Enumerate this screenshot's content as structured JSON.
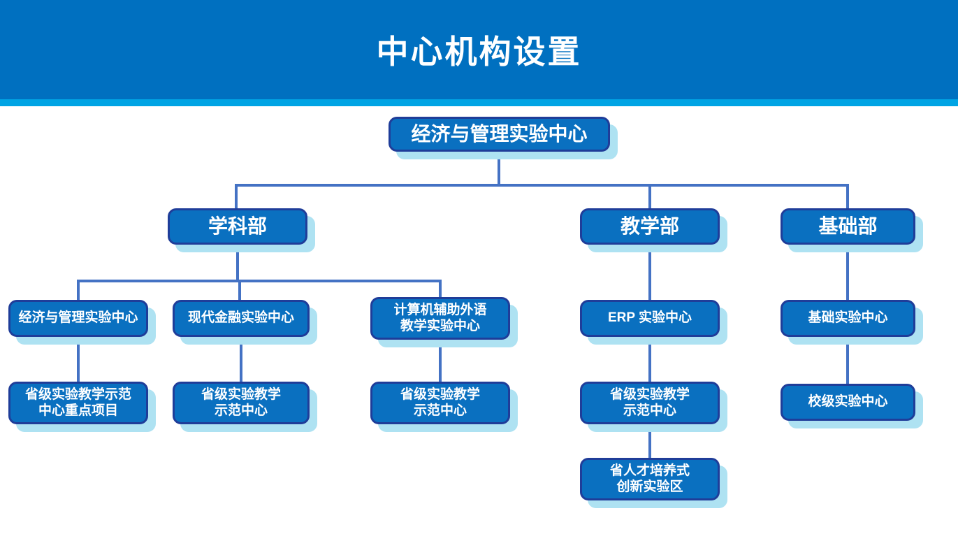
{
  "header": {
    "title": "中心机构设置"
  },
  "nodes": {
    "root": "经济与管理实验中心",
    "dept_discipline": "学科部",
    "dept_teaching": "教学部",
    "dept_foundation": "基础部",
    "econ_mgmt_center": "经济与管理实验中心",
    "modern_finance_center": "现代金融实验中心",
    "cafl_center": "计算机辅助外语\n教学实验中心",
    "erp_center": "ERP 实验中心",
    "basic_center": "基础实验中心",
    "provincial_demo_key_project": "省级实验教学示范\n中心重点项目",
    "provincial_demo_finance": "省级实验教学\n示范中心",
    "provincial_demo_cafl": "省级实验教学\n示范中心",
    "provincial_demo_erp": "省级实验教学\n示范中心",
    "school_level_center": "校级实验中心",
    "talent_innovation_zone": "省人才培养式\n创新实验区"
  },
  "hierarchy": {
    "root": "经济与管理实验中心",
    "branches": [
      {
        "department": "学科部",
        "children": [
          {
            "label": "经济与管理实验中心",
            "child": "省级实验教学示范中心重点项目"
          },
          {
            "label": "现代金融实验中心",
            "child": "省级实验教学示范中心"
          },
          {
            "label": "计算机辅助外语教学实验中心",
            "child": "省级实验教学示范中心"
          }
        ]
      },
      {
        "department": "教学部",
        "children": [
          {
            "label": "ERP 实验中心",
            "child": "省级实验教学示范中心",
            "grandchild": "省人才培养式创新实验区"
          }
        ]
      },
      {
        "department": "基础部",
        "children": [
          {
            "label": "基础实验中心",
            "child": "校级实验中心"
          }
        ]
      }
    ]
  },
  "colors": {
    "banner": "#0070C0",
    "banner_stripe": "#00A4E4",
    "node_fill": "#0A70C0",
    "node_border": "#1F3D99",
    "node_shadow": "#AEE2F2",
    "connector": "#4472C4",
    "title_text": "#FFFFFF",
    "node_text": "#FFFFFF"
  }
}
